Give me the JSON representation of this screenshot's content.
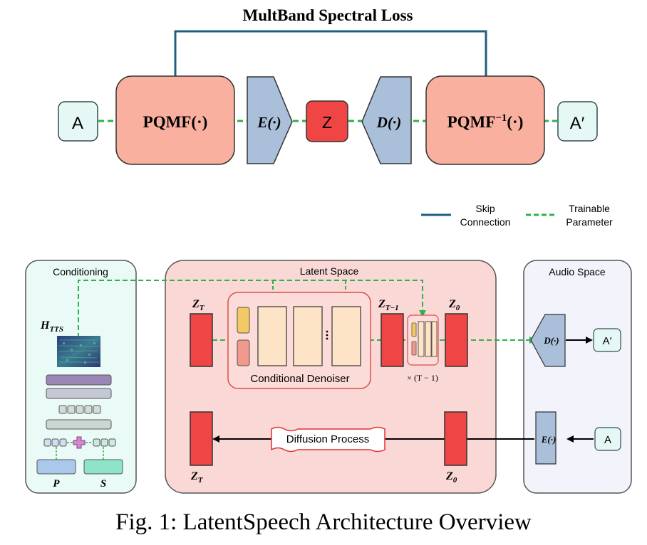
{
  "top": {
    "title": "MultBand Spectral Loss",
    "input": "A",
    "pqmf": "PQMF(·)",
    "pqmf_inv_base": "PQMF",
    "pqmf_inv_sup": "−1",
    "pqmf_inv_arg": "(·)",
    "encoder": "E(·)",
    "latent": "Z",
    "decoder": "D(·)",
    "output": "A′"
  },
  "legend": {
    "skip_line1": "Skip",
    "skip_line2": "Connection",
    "train_line1": "Trainable",
    "train_line2": "Parameter",
    "skip_color": "#1f5f7f",
    "train_color": "#2db34a"
  },
  "conditioning": {
    "title": "Conditioning",
    "h_label": "H",
    "h_sub": "TTS",
    "p_label": "P",
    "s_label": "S"
  },
  "latent_space": {
    "title": "Latent Space",
    "zt_top": "Z",
    "zt_top_sub": "T",
    "ztm1": "Z",
    "ztm1_sub": "T−1",
    "z0_top": "Z",
    "z0_top_sub": "0",
    "denoiser_label": "Conditional Denoiser",
    "repeat_label": "× (T − 1)",
    "diffusion_label": "Diffusion Process",
    "zt_bottom": "Z",
    "zt_bottom_sub": "T",
    "z0_bottom": "Z",
    "z0_bottom_sub": "0"
  },
  "audio_space": {
    "title": "Audio Space",
    "decoder": "D(·)",
    "encoder": "E(·)",
    "output": "A′",
    "input": "A"
  },
  "caption": "Fig. 1: LatentSpeech Architecture Overview"
}
